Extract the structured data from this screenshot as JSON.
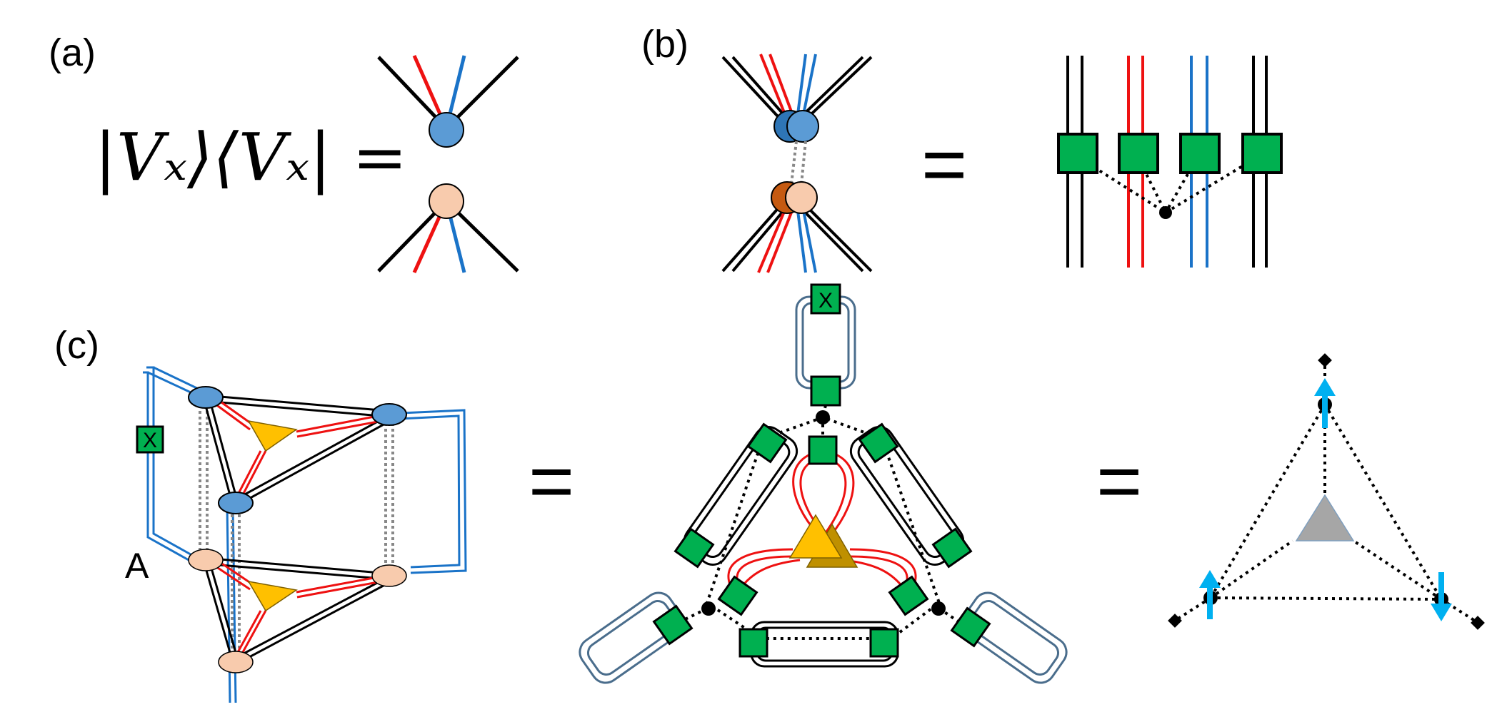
{
  "panels": {
    "a": {
      "label": "(a)",
      "equation": "|Vₓ⟩⟨Vₓ| ="
    },
    "b": {
      "label": "(b)",
      "equals": "="
    },
    "c": {
      "label": "(c)",
      "site_label": "A",
      "x_label": "X",
      "equals_1": "=",
      "equals_2": "="
    }
  },
  "colors": {
    "black_line": "#000000",
    "red_line": "#ee1111",
    "blue_line": "#1a73c8",
    "ket_node": "#5b9bd5",
    "bra_node": "#f8cbad",
    "dark_orange_node": "#c55a11",
    "tensor_green": "#00b050",
    "triangle_gold": "#ffc000",
    "triangle_dark_gold": "#bf9000",
    "loop_gray_blue": "#4a6d8c",
    "dotted_gray": "#888888",
    "spin_arrow": "#00b0f0",
    "gray_triangle": "#a6a6a6"
  },
  "icons": {
    "tensor": "green-square",
    "projector": "yellow-triangle",
    "spin": "cyan-arrow",
    "site": "diamond-marker"
  }
}
